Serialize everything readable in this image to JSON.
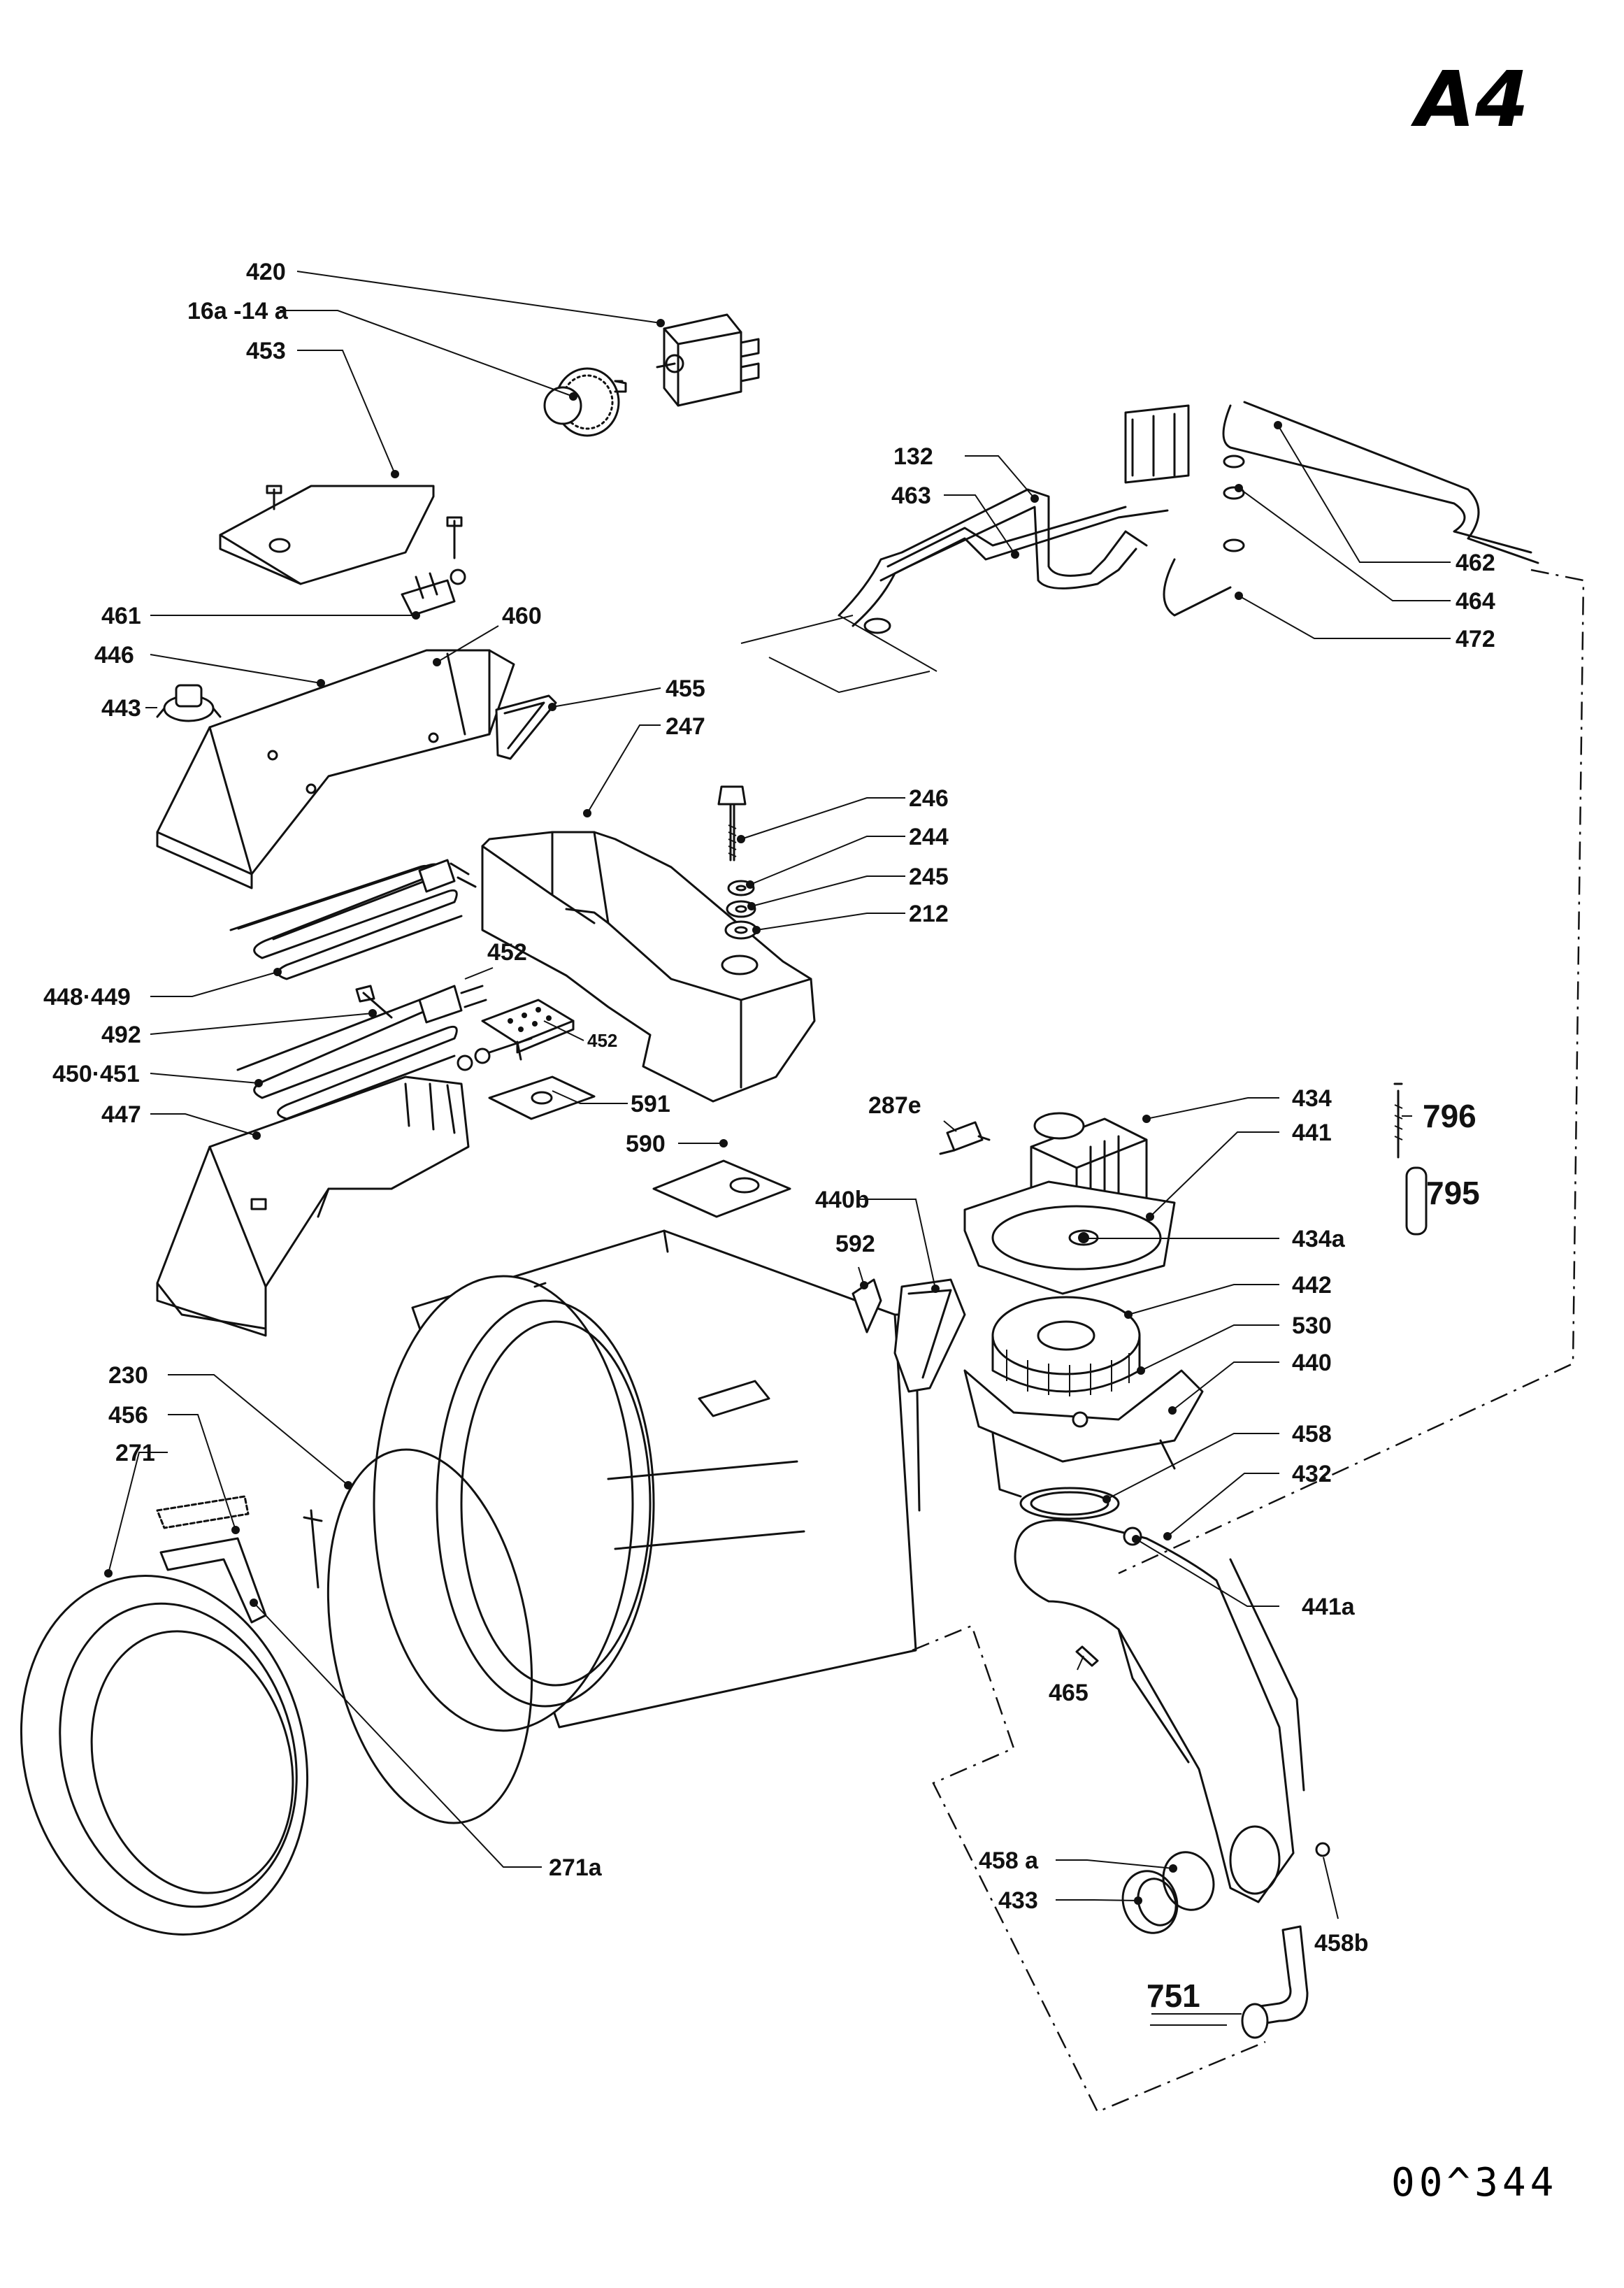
{
  "sheet_id": "A4",
  "document_number": "00^344",
  "callouts": {
    "c420": "420",
    "c16a14a": "16a -14 a",
    "c453": "453",
    "c461": "461",
    "c446": "446",
    "c460": "460",
    "c443": "443",
    "c455": "455",
    "c247": "247",
    "c246": "246",
    "c244": "244",
    "c245": "245",
    "c212": "212",
    "c448449": "448·449",
    "c452a": "452",
    "c452b": "452",
    "c492": "492",
    "c450451": "450·451",
    "c591": "591",
    "c447": "447",
    "c590": "590",
    "c287e": "287e",
    "c132": "132",
    "c463": "463",
    "c462": "462",
    "c464": "464",
    "c472": "472",
    "c434": "434",
    "c441": "441",
    "c434a": "434a",
    "c442": "442",
    "c530": "530",
    "c440": "440",
    "c458": "458",
    "c432": "432",
    "c441a": "441a",
    "c440b": "440b",
    "c592": "592",
    "c796": "796",
    "c795": "795",
    "c465": "465",
    "c458a": "458 a",
    "c433": "433",
    "c458b": "458b",
    "c751": "751",
    "c230": "230",
    "c456": "456",
    "c271": "271",
    "c271a": "271a"
  }
}
